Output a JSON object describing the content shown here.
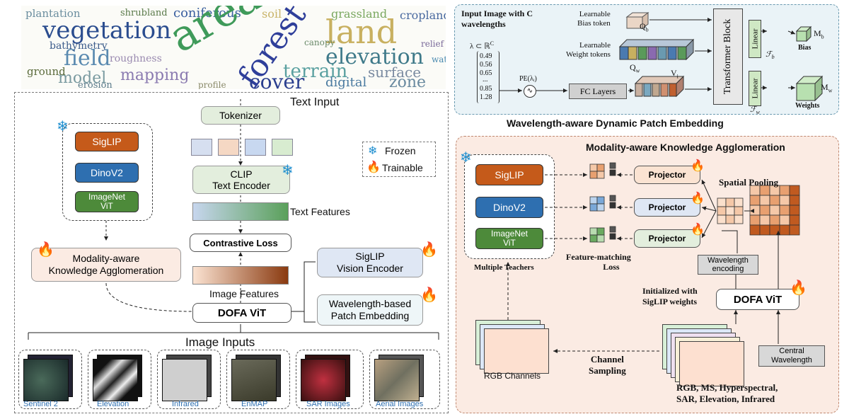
{
  "word_cloud": [
    {
      "t": "plantation",
      "c": "#6b8e9f"
    },
    {
      "t": "shrubland",
      "c": "#5a7a4a"
    },
    {
      "t": "coniferous",
      "c": "#3a5fa0"
    },
    {
      "t": "soil",
      "c": "#c9b46a"
    },
    {
      "t": "grassland",
      "c": "#7aa860"
    },
    {
      "t": "cropland",
      "c": "#4a6aa0"
    },
    {
      "t": "vegetation",
      "c": "#2b4d8f"
    },
    {
      "t": "area",
      "c": "#3f9a5a"
    },
    {
      "t": "land",
      "c": "#c8b060"
    },
    {
      "t": "forest",
      "c": "#2f3f9a"
    },
    {
      "t": "field",
      "c": "#5a8ab0"
    },
    {
      "t": "elevation",
      "c": "#3f7a8a"
    },
    {
      "t": "bathymetry",
      "c": "#3a5a8a"
    },
    {
      "t": "model",
      "c": "#7a9aa0"
    },
    {
      "t": "terrain",
      "c": "#5aa0a0"
    },
    {
      "t": "mapping",
      "c": "#8a7ab0"
    },
    {
      "t": "ground",
      "c": "#5a6a3a"
    },
    {
      "t": "surface",
      "c": "#7a8aa0"
    },
    {
      "t": "cover",
      "c": "#2b3f8f"
    },
    {
      "t": "digital",
      "c": "#4a7aa0"
    },
    {
      "t": "zone",
      "c": "#6a8aa0"
    },
    {
      "t": "erosion",
      "c": "#5a7a8a"
    },
    {
      "t": "profile",
      "c": "#8a8a6a"
    },
    {
      "t": "canopy",
      "c": "#6a8a6a"
    },
    {
      "t": "water",
      "c": "#4a8ab0"
    },
    {
      "t": "relief",
      "c": "#7a6a9a"
    },
    {
      "t": "roughness",
      "c": "#9a8ab0"
    }
  ],
  "left": {
    "text_input": "Text Input",
    "tokenizer": "Tokenizer",
    "clip_line1": "CLIP",
    "clip_line2": "Text Encoder",
    "text_features": "Text Features",
    "contrastive_loss": "Contrastive Loss",
    "image_features": "Image Features",
    "dofa_vit": "DOFA ViT",
    "siglip_vision_line1": "SigLIP",
    "siglip_vision_line2": "Vision Encoder",
    "wave_patch_line1": "Wavelength-based",
    "wave_patch_line2": "Patch Embedding",
    "modality_line1": "Modality-aware",
    "modality_line2": "Knowledge Agglomeration",
    "legend_frozen": "Frozen",
    "legend_trainable": "Trainable",
    "teachers": [
      "SigLIP",
      "DinoV2",
      "ImageNet"
    ],
    "teacher_vit": "ViT",
    "image_inputs": "Image Inputs",
    "inputs": [
      "Sentinel 2",
      "Elevation",
      "Infrared",
      "EnMAP",
      "SAR Images",
      "Aerial Images"
    ]
  },
  "top_right": {
    "title": "Wavelength-aware Dynamic Patch Embedding",
    "input_line1": "Input Image with",
    "input_c": "C",
    "input_line2": "wavelengths",
    "lambda_values": [
      "0.49",
      "0.56",
      "0.65",
      "...",
      "0.85",
      "1.28"
    ],
    "lambda_label": "λ ⊂ ℝ",
    "lambda_sup": "C",
    "pe_label": "PE(λᵢ)",
    "fc_layers": "FC Layers",
    "bias_token_line1": "Learnable",
    "bias_token_line2": "Bias token",
    "weight_token_line1": "Learnable",
    "weight_token_line2": "Weight tokens",
    "qb": "Q",
    "qb_sub": "b",
    "qw": "Q",
    "qw_sub": "w",
    "vi": "V",
    "vi_sub": "i",
    "transformer": "Transformer Block",
    "linear": "Linear",
    "fb": "ℱ",
    "fb_sub": "b",
    "fw": "ℱ",
    "fw_sub": "w",
    "mb": "M",
    "mb_sub": "b",
    "bias": "Bias",
    "mw": "M",
    "mw_sub": "w",
    "weights": "Weights"
  },
  "bottom_right": {
    "title": "Modality-aware Knowledge Agglomeration",
    "teachers": [
      "SigLIP",
      "DinoV2",
      "ImageNet"
    ],
    "teacher_vit": "ViT",
    "multiple_teachers": "Multiple Teachers",
    "projector": "Projector",
    "feature_matching_line1": "Feature-matching",
    "feature_matching_line2": "Loss",
    "spatial_pooling": "Spatial Pooling",
    "wavelength_encoding_line1": "Wavelength",
    "wavelength_encoding_line2": "encoding",
    "initialized_line1": "Initialized with",
    "initialized_line2": "SigLIP weights",
    "dofa_vit": "DOFA ViT",
    "rgb_channels": "RGB Channels",
    "channel_line1": "Channel",
    "channel_line2": "Sampling",
    "central_line1": "Central",
    "central_line2": "Wavelength",
    "modalities_line1": "RGB, MS, Hyperspectral,",
    "modalities_line2": "SAR, Elevation, Infrared"
  },
  "colors": {
    "siglip": "#c55a1a",
    "dinov2": "#2e6fb0",
    "imagenet": "#4d8a3a",
    "clip_fill": "#e3eedd",
    "bottom_panel_fill": "#fbebe3",
    "top_panel_fill": "#eaf3f7",
    "projector_fill": "#dfe7f4"
  }
}
